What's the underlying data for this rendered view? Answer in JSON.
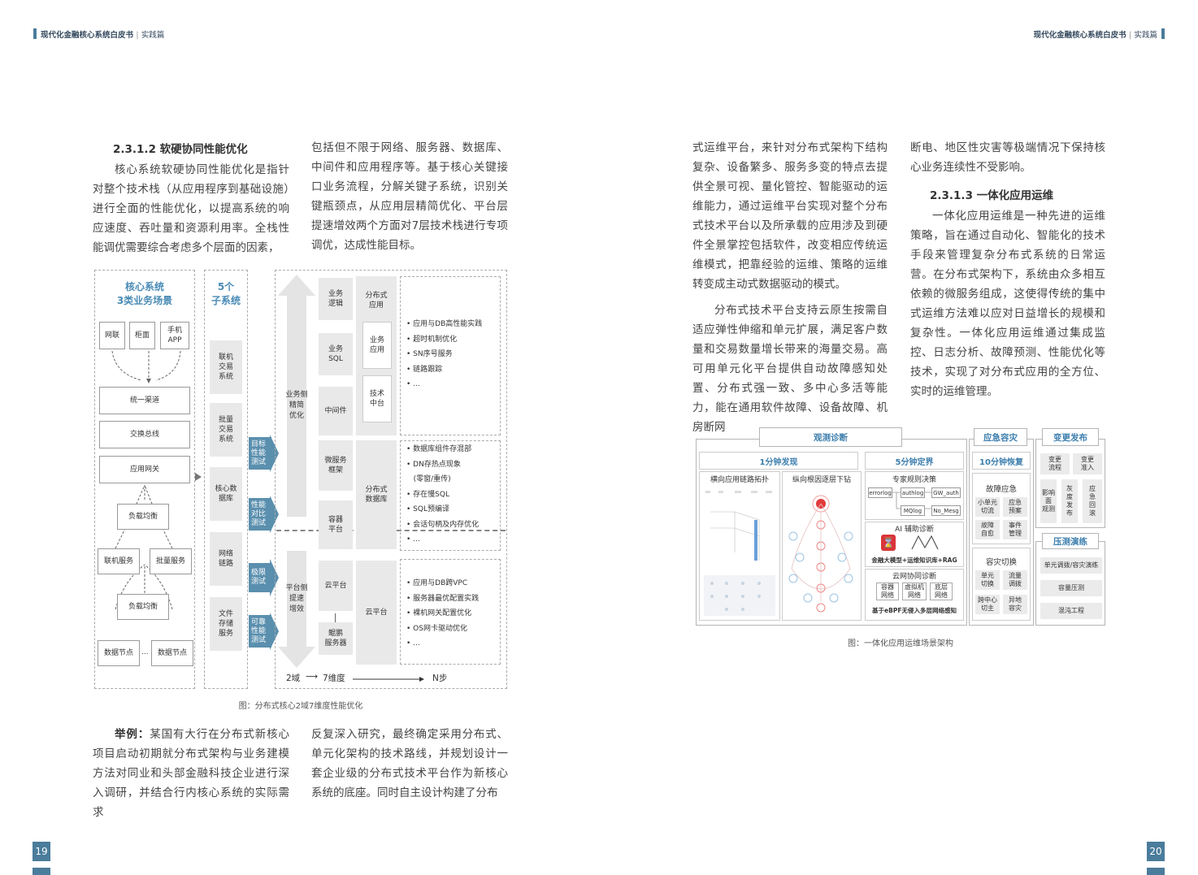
{
  "header": {
    "left_title": "现代化金融核心系统白皮书",
    "left_section": "实践篇",
    "right_title": "现代化金融核心系统白皮书",
    "right_section": "实践篇"
  },
  "page_numbers": {
    "left": "19",
    "right": "20"
  },
  "colors": {
    "accent": "#4a7c9b",
    "blue_text": "#4a8bb5",
    "tag_bg": "#5a8fae",
    "red_icon": "#d9353a"
  },
  "left_page": {
    "section_title": "2.3.1.2 软硬协同性能优化",
    "para1": "核心系统软硬协同性能优化是指针对整个技术栈（从应用程序到基础设施）进行全面的性能优化，以提高系统的响应速度、吞吐量和资源利用率。全栈性能调优需要综合考虑多个层面的因素，",
    "para1_cont": "包括但不限于网络、服务器、数据库、中间件和应用程序等。基于核心关键接口业务流程，分解关键子系统，识别关键瓶颈点，从应用层精简优化、平台层提速增效两个方面对7层技术栈进行专项调优，达成性能目标。",
    "example_label": "举例：",
    "example_text": "某国有大行在分布式新核心项目启动初期就分布式架构与业务建模方法对同业和头部金融科技企业进行深入调研，并结合行内核心系统的实际需求",
    "example_cont": "反复深入研究，最终确定采用分布式、单元化架构的技术路线，并规划设计一套企业级的分布式技术平台作为新核心系统的底座。同时自主设计构建了分布",
    "figure_caption": "图：分布式核心2域7维度性能优化"
  },
  "figure1": {
    "col1_title": "核心系统\n3类业务场景",
    "channels": [
      "网联",
      "柜面",
      "手机\nAPP"
    ],
    "unified_channel": "统一渠道",
    "exchange_bus": "交换总线",
    "app_gateway": "应用网关",
    "load_balance_1": "负载均衡",
    "joint_service": "联机服务",
    "batch_service": "批量服务",
    "load_balance_2": "负载均衡",
    "data_node_1": "数据节点",
    "ellipsis": "...",
    "data_node_2": "数据节点",
    "col2_title": "5个\n子系统",
    "subsystems": [
      "联机\n交易\n系统",
      "批量\n交易\n系统",
      "核心数\n据库",
      "网络\n链路",
      "文件\n存储\n服务"
    ],
    "tests": [
      "目标\n性能\n测试",
      "性能\n对比\n测试",
      "极限\n测试",
      "可靠\n性能\n测试"
    ],
    "arrow_up": "业务侧\n精简\n优化",
    "arrow_down": "平台侧\n提速\n增效",
    "layers": [
      "业务\n逻辑",
      "业务\nSQL",
      "中间件",
      "微服务\n框架",
      "容器\n平台",
      "云平台",
      "鲲鹏\n服务器"
    ],
    "dist_app": "分布式\n应用",
    "biz_app": "业务\n应用",
    "tech_center": "技术\n中台",
    "dist_db": "分布式\n数据库",
    "cloud_platform": "云平台",
    "bullets_1": [
      "• 应用与DB高性能实践",
      "• 超时机制优化",
      "• SN序号服务",
      "• 链路跟踪",
      "• ..."
    ],
    "bullets_2": [
      "• 数据库组件存混部",
      "• DN存热点现象",
      "   (零窗/重传)",
      "• 存在慢SQL",
      "• SQL预编译",
      "• 会话句柄及内存优化",
      "• ..."
    ],
    "bullets_3": [
      "• 应用与DB跨VPC",
      "• 服务器最优配置实践",
      "• 裸机网关配置优化",
      "• OS网卡驱动优化",
      "• ..."
    ],
    "bottom_2domain": "2域",
    "bottom_7dim": "7维度",
    "bottom_nstep": "N步"
  },
  "right_page": {
    "para_top": "式运维平台，来针对分布式架构下结构复杂、设备繁多、服务多变的特点去提供全景可视、量化管控、智能驱动的运维能力，通过运维平台实现对整个分布式技术平台以及所承载的应用涉及到硬件全景掌控包括软件，改变相应传统运维模式，把靠经验的运维、策略的运维转变成主动式数据驱动的模式。",
    "para2": "分布式技术平台支持云原生按需自适应弹性伸缩和单元扩展，满足客户数量和交易数量增长带来的海量交易。高可用单元化平台提供自动故障感知处置、分布式强一致、多中心多活等能力，能在通用软件故障、设备故障、机房断网",
    "para2_cont": "断电、地区性灾害等极端情况下保持核心业务连续性不受影响。",
    "section_title": "2.3.1.3 一体化应用运维",
    "para3": "一体化应用运维是一种先进的运维策略，旨在通过自动化、智能化的技术手段来管理复杂分布式系统的日常运营。在分布式架构下，系统由众多相互依赖的微服务组成，这使得传统的集中式运维方法难以应对日益增长的规模和复杂性。一体化应用运维通过集成监控、日志分析、故障预测、性能优化等技术，实现了对分布式应用的全方位、实时的运维管理。",
    "figure_caption": "图：一体化应用运维场景架构"
  },
  "figure2": {
    "observe": "观测诊断",
    "one_min": "1分钟发现",
    "five_min": "5分钟定界",
    "horizontal": "横向应用链路拓扑",
    "vertical": "纵向根因逐层下钻",
    "expert": "专家规则决策",
    "rule_nodes": [
      "errorlog",
      "authlog",
      "GW_auth",
      "MQlog",
      "No_Mesg"
    ],
    "ai_diag": "AI 辅助诊断",
    "ai_model": "金融大模型+运维知识库+RAG",
    "cloud_net": "云网协同诊断",
    "net_items": [
      "容器\n网络",
      "虚拟机\n网络",
      "底层\n网络"
    ],
    "ebpf": "基于eBPF无侵入多层网络感知",
    "emergency": "应急容灾",
    "ten_min": "10分钟恢复",
    "fault_resp": "故障应急",
    "fault_items": [
      "小单元\n切流",
      "应急\n预案",
      "故障\n自愈",
      "事件\n管理"
    ],
    "dr_switch": "容灾切换",
    "dr_items": [
      "单元\n切换",
      "流量\n调拨",
      "跨中心\n切主",
      "异地\n容灾"
    ],
    "change": "变更发布",
    "change_items": [
      "变更\n流程",
      "变更\n准入"
    ],
    "change_cols": [
      "影响\n面\n观测",
      "灰\n度\n发\n布",
      "应\n急\n回\n滚"
    ],
    "stress": "压测演练",
    "stress_items": [
      "单元调拨/容灾演练",
      "容量压测",
      "混沌工程"
    ]
  }
}
